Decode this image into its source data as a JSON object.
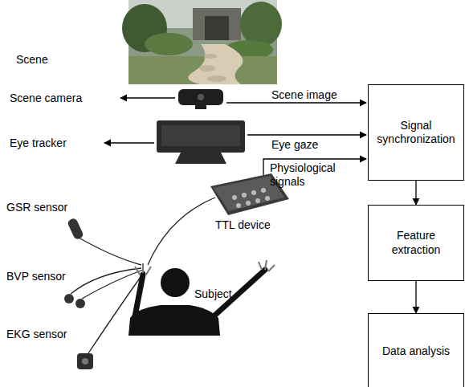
{
  "diagram": {
    "nodes": [
      {
        "text": [
          "Signal synchronization"
        ]
      },
      {
        "text": [
          "Feature extraction"
        ]
      },
      {
        "text": [
          "Data analysis"
        ]
      }
    ],
    "edges": [
      {
        "from": 0,
        "to": 1,
        "arrow": "to"
      },
      {
        "from": 1,
        "to": 2,
        "arrow": "to"
      }
    ],
    "labels": [
      "Scene",
      "Scene camera",
      "Eye tracker",
      "Scene image",
      "Eye gaze",
      "Physiological signals",
      "TTL device",
      "GSR sensor",
      "BVP sensor",
      "EKG sensor",
      "Subject"
    ]
  }
}
